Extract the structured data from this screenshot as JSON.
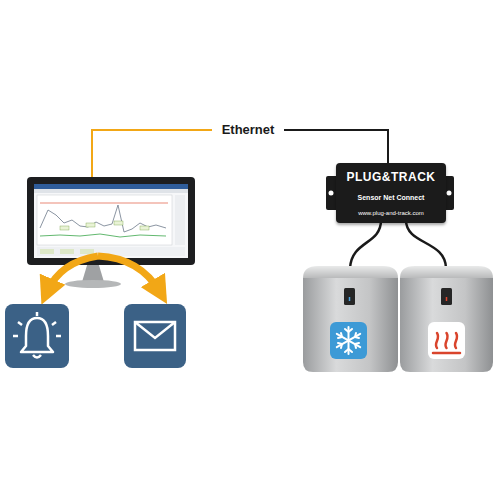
{
  "diagram": {
    "nodes": [
      {
        "text": [
          "PLUG&TRACK",
          "Sensor Net Connect",
          "www.plug-and-track.com"
        ]
      }
    ],
    "labels": [
      "Ethernet"
    ]
  }
}
